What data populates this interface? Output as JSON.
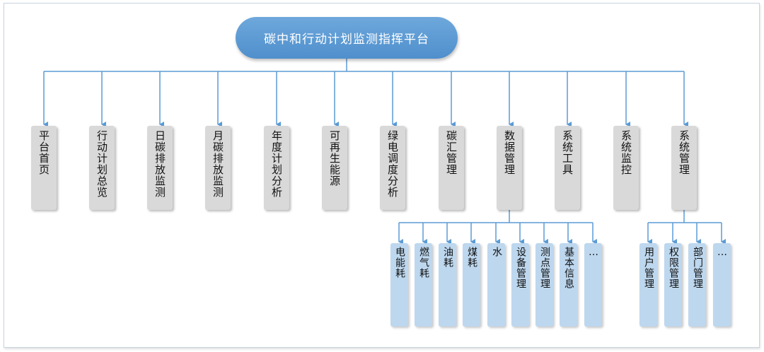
{
  "root": {
    "title": "碳中和行动计划监测指挥平台"
  },
  "modules": [
    {
      "label": "平台首页"
    },
    {
      "label": "行动计划总览"
    },
    {
      "label": "日碳排放监测"
    },
    {
      "label": "月碳排放监测"
    },
    {
      "label": "年度计划分析"
    },
    {
      "label": "可再生能源"
    },
    {
      "label": "绿电调度分析"
    },
    {
      "label": "碳汇管理"
    },
    {
      "label": "数据管理"
    },
    {
      "label": "系统工具"
    },
    {
      "label": "系统监控"
    },
    {
      "label": "系统管理"
    }
  ],
  "data_management": {
    "children": [
      {
        "label": "电能耗"
      },
      {
        "label": "燃气耗"
      },
      {
        "label": "油耗"
      },
      {
        "label": "煤耗"
      },
      {
        "label": "水"
      },
      {
        "label": "设备管理"
      },
      {
        "label": "测点管理"
      },
      {
        "label": "基本信息"
      },
      {
        "label": "…"
      }
    ]
  },
  "system_management": {
    "children": [
      {
        "label": "用户管理"
      },
      {
        "label": "权限管理"
      },
      {
        "label": "部门管理"
      },
      {
        "label": "…"
      }
    ]
  },
  "colors": {
    "connector": "#5b9bd5",
    "root_fill": "#5b9bd5",
    "module_fill": "#d9d9d9",
    "sub_fill": "#bdd7ee"
  }
}
